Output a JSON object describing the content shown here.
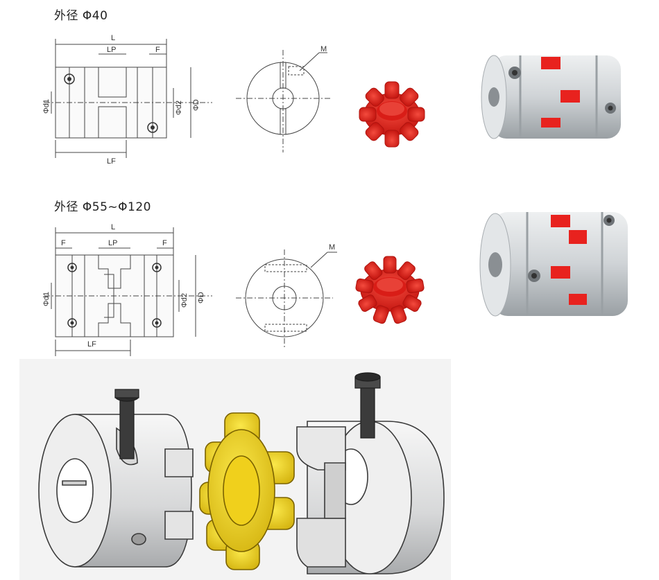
{
  "section1": {
    "title": "外径 Φ40"
  },
  "section2": {
    "title": "外径 Φ55~Φ120"
  },
  "labels": {
    "L": "L",
    "LP": "LP",
    "F": "F",
    "LF": "LF",
    "d1": "Φd1",
    "d2": "Φd2",
    "D": "ΦD",
    "M": "M"
  },
  "colors": {
    "spider_red": "#e8221e",
    "spider_yellow": "#f2d417",
    "aluminum": "#cfd3d6",
    "dimension_line": "#444444"
  }
}
